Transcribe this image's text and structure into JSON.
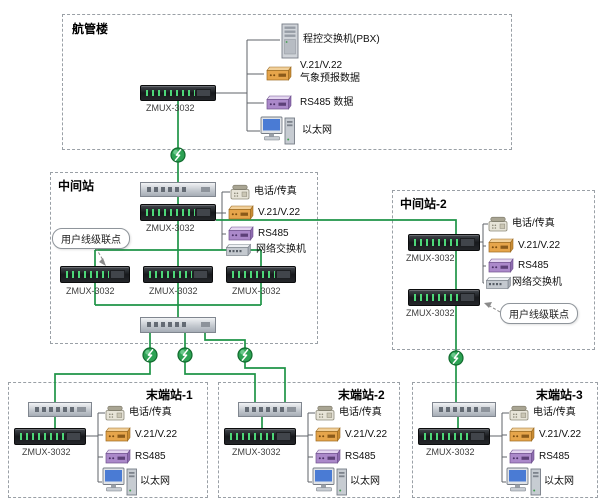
{
  "palette": {
    "green": "#1f9447",
    "wire": "#5f6368",
    "box_border": "#9aa0a6"
  },
  "hq": {
    "title": "航管楼",
    "zmux_label": "ZMUX-3032",
    "peripherals": [
      {
        "icon": "pbx",
        "label": "程控交换机(PBX)"
      },
      {
        "icon": "modem",
        "label": "V.21/V.22",
        "label2": "气象预报数据"
      },
      {
        "icon": "rs485",
        "label": "RS485 数据"
      },
      {
        "icon": "pc",
        "label": "以太网"
      }
    ]
  },
  "mid1": {
    "title": "中间站",
    "zmux_label": "ZMUX-3032",
    "cascade_note": "用户线级联点",
    "zmux_row": [
      {
        "label": "ZMUX-3032"
      },
      {
        "label": "ZMUX-3032"
      },
      {
        "label": "ZMUX-3032"
      }
    ],
    "peripherals": [
      {
        "icon": "phone",
        "label": "电话/传真"
      },
      {
        "icon": "modem",
        "label": "V.21/V.22"
      },
      {
        "icon": "rs485",
        "label": "RS485"
      },
      {
        "icon": "nsw",
        "label": "网络交换机"
      }
    ]
  },
  "mid2": {
    "title": "中间站-2",
    "zmux_top_label": "ZMUX-3032",
    "zmux_bottom_label": "ZMUX-3032",
    "cascade_note": "用户线级联点",
    "peripherals": [
      {
        "icon": "phone",
        "label": "电话/传真"
      },
      {
        "icon": "modem",
        "label": "V.21/V.22"
      },
      {
        "icon": "rs485",
        "label": "RS485"
      },
      {
        "icon": "nsw",
        "label": "网络交换机"
      }
    ]
  },
  "end1": {
    "title": "末端站-1",
    "zmux_label": "ZMUX-3032",
    "peripherals": [
      {
        "icon": "phone",
        "label": "电话/传真"
      },
      {
        "icon": "modem",
        "label": "V.21/V.22"
      },
      {
        "icon": "rs485",
        "label": "RS485"
      },
      {
        "icon": "pc",
        "label": "以太网"
      }
    ]
  },
  "end2": {
    "title": "末端站-2",
    "zmux_label": "ZMUX-3032",
    "peripherals": [
      {
        "icon": "phone",
        "label": "电话/传真"
      },
      {
        "icon": "modem",
        "label": "V.21/V.22"
      },
      {
        "icon": "rs485",
        "label": "RS485"
      },
      {
        "icon": "pc",
        "label": "以太网"
      }
    ]
  },
  "end3": {
    "title": "末端站-3",
    "zmux_label": "ZMUX-3032",
    "peripherals": [
      {
        "icon": "phone",
        "label": "电话/传真"
      },
      {
        "icon": "modem",
        "label": "V.21/V.22"
      },
      {
        "icon": "rs485",
        "label": "RS485"
      },
      {
        "icon": "pc",
        "label": "以太网"
      }
    ]
  }
}
